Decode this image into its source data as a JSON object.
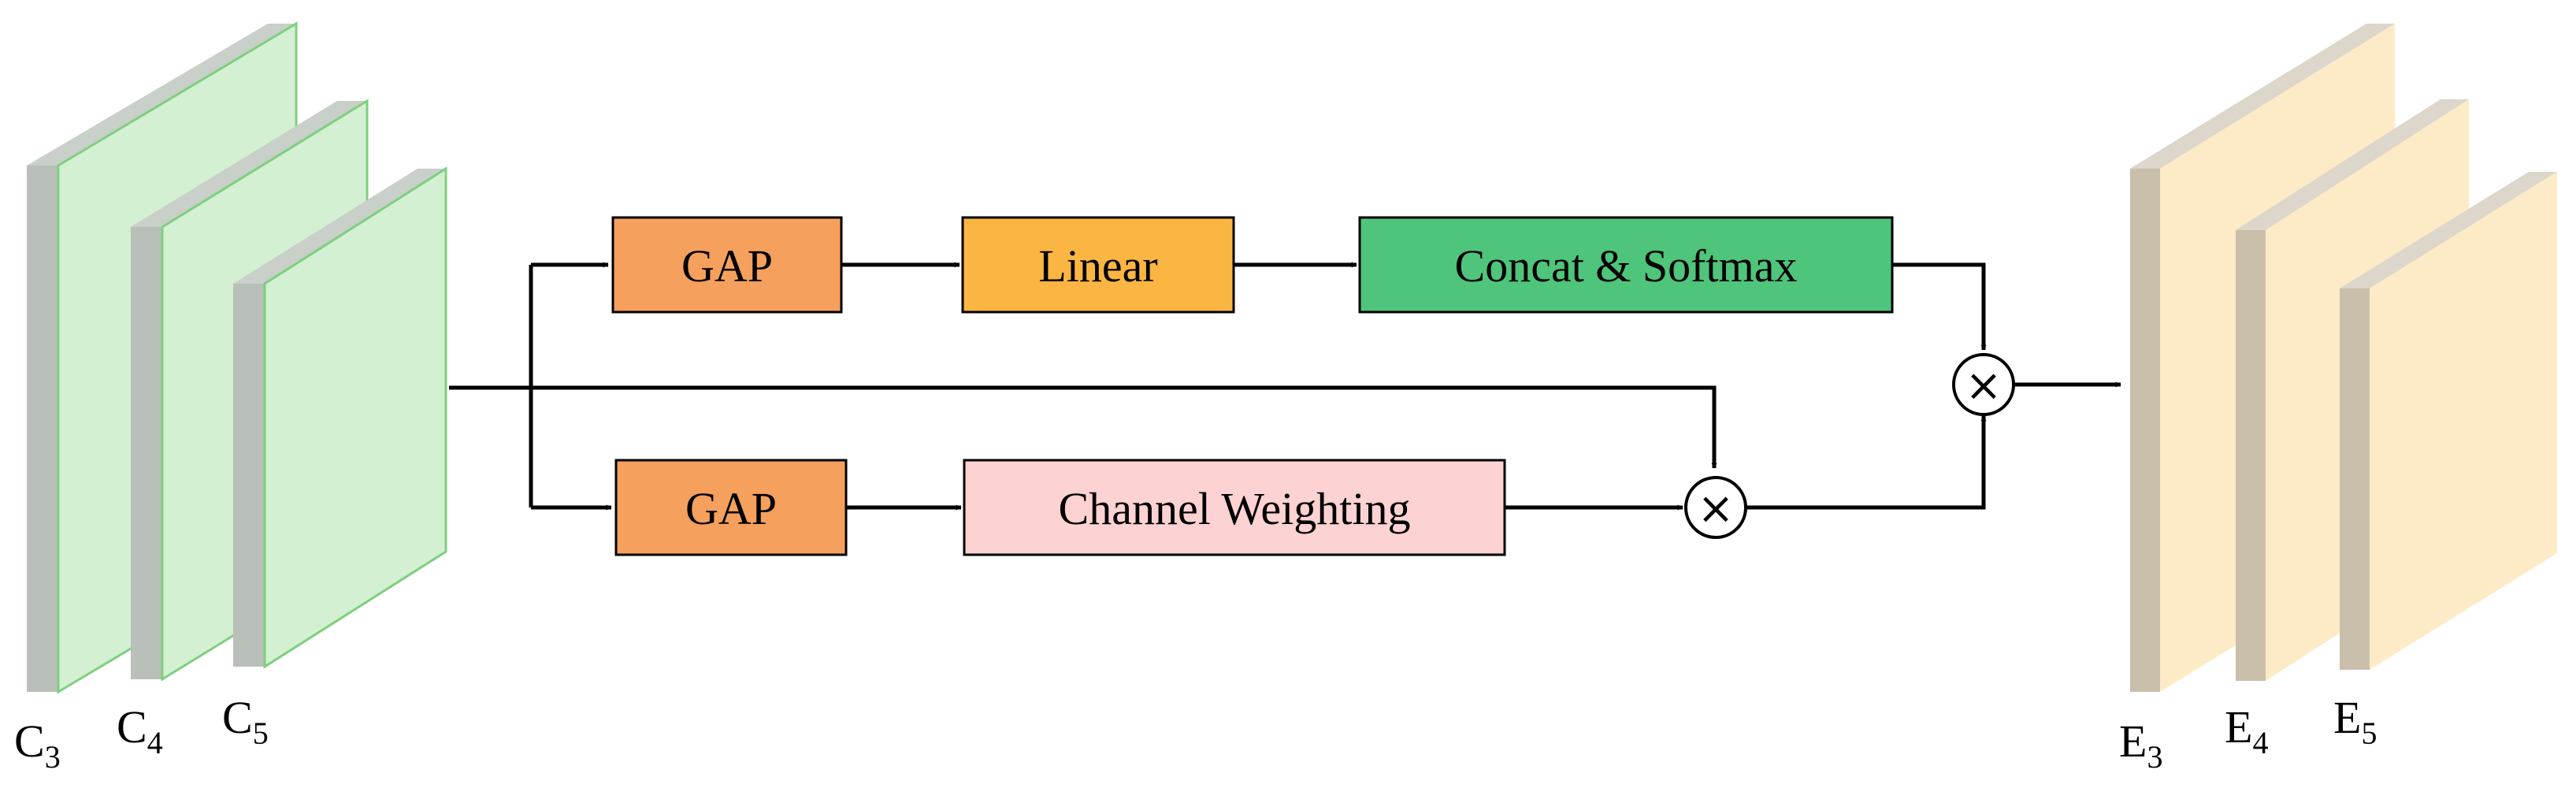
{
  "inputs": [
    {
      "base": "C",
      "sub": "3"
    },
    {
      "base": "C",
      "sub": "4"
    },
    {
      "base": "C",
      "sub": "5"
    }
  ],
  "outputs": [
    {
      "base": "E",
      "sub": "3"
    },
    {
      "base": "E",
      "sub": "4"
    },
    {
      "base": "E",
      "sub": "5"
    }
  ],
  "boxes": {
    "gap_top": "GAP",
    "linear": "Linear",
    "concat": "Concat & Softmax",
    "gap_bottom": "GAP",
    "channel_weighting": "Channel Weighting"
  },
  "operators": {
    "multiply": "×"
  },
  "colors": {
    "input_face": "#d3f0d3",
    "input_edge": "#7fcf7f",
    "input_side": "#b9bfb9",
    "input_top": "#c9cfc9",
    "output_face": "#fcebc6",
    "output_side": "#c9bfab",
    "output_top": "#dcd6cb",
    "gap": "#f5a05c",
    "linear": "#fbb542",
    "concat": "#4fc47b",
    "channel_weighting": "#fdd2d2"
  }
}
